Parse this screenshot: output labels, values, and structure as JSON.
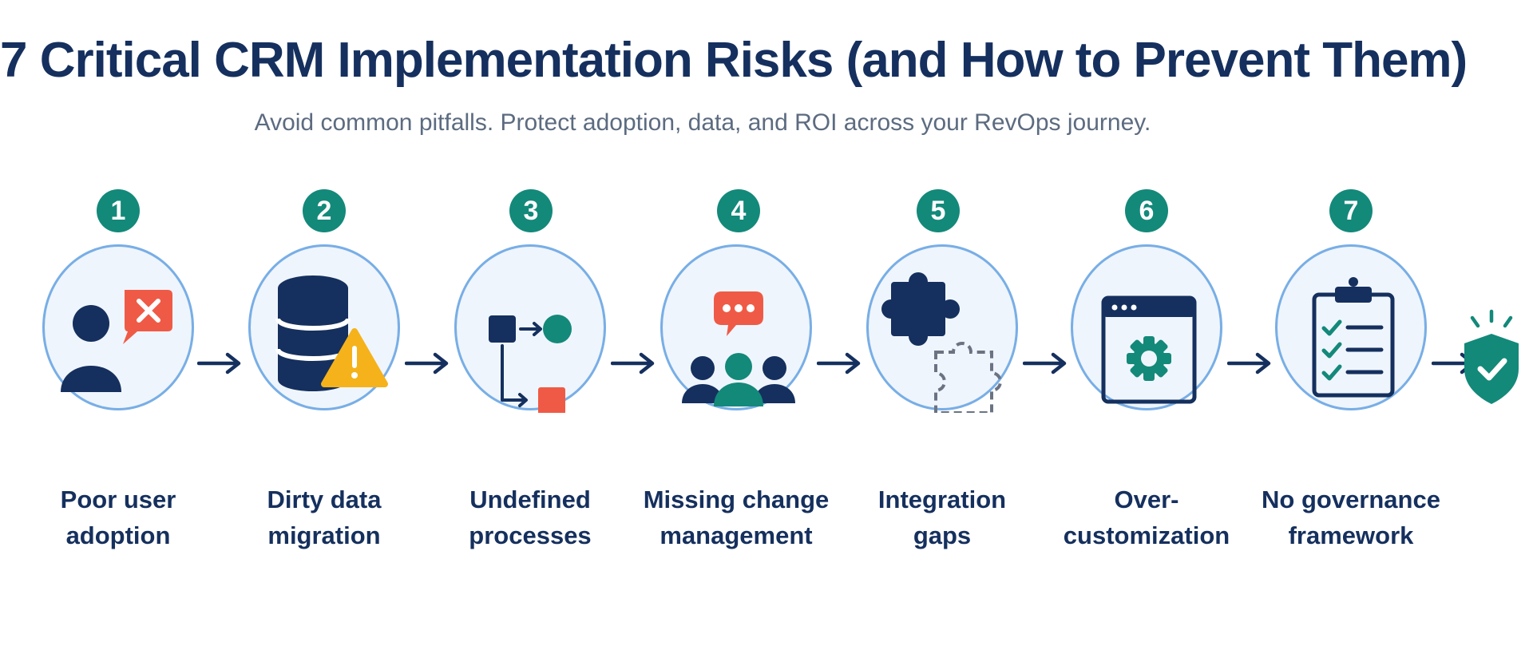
{
  "title": "7 Critical CRM Implementation Risks (and How to Prevent Them)",
  "subtitle": "Avoid common pitfalls. Protect adoption, data, and ROI across your RevOps journey.",
  "colors": {
    "navy": "#15305e",
    "teal": "#13897a",
    "coral": "#ef5a46",
    "amber": "#f5b21a",
    "circle_border": "#78aee6",
    "circle_fill": "#eff5fc",
    "subtitle_gray": "#5c6b80"
  },
  "steps": [
    {
      "number": "1",
      "label": "Poor user\nadoption",
      "icon": "user-with-error-bubble-icon"
    },
    {
      "number": "2",
      "label": "Dirty data\nmigration",
      "icon": "database-warning-icon"
    },
    {
      "number": "3",
      "label": "Undefined\nprocesses",
      "icon": "process-flow-icon"
    },
    {
      "number": "4",
      "label": "Missing change\nmanagement",
      "icon": "team-chat-icon"
    },
    {
      "number": "5",
      "label": "Integration\ngaps",
      "icon": "puzzle-pieces-icon"
    },
    {
      "number": "6",
      "label": "Over-\ncustomization",
      "icon": "browser-gear-icon"
    },
    {
      "number": "7",
      "label": "No governance\nframework",
      "icon": "checklist-clipboard-icon"
    }
  ],
  "end_icon": "shield-check-icon"
}
